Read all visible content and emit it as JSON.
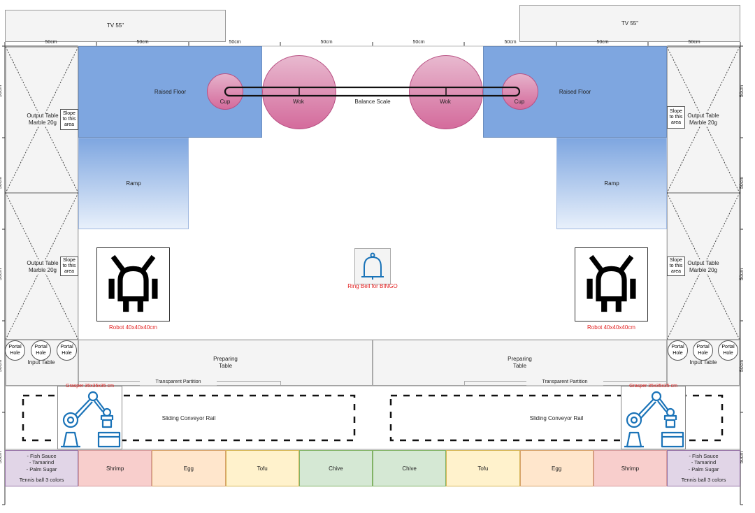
{
  "tv": {
    "left_label": "TV 55\"",
    "right_label": "TV 55\""
  },
  "ruler": {
    "top_labels": [
      "50cm",
      "50cm",
      "50cm",
      "50cm",
      "50cm",
      "50cm",
      "50cm",
      "50cm"
    ],
    "side_label": "50cm"
  },
  "raised_floor": {
    "left": "Raised Floor",
    "right": "Raised Floor"
  },
  "ramp": {
    "left": "Ramp",
    "right": "Ramp"
  },
  "balance": {
    "cup_left": "Cup",
    "wok_left": "Wok",
    "label": "Balance Scale",
    "wok_right": "Wok",
    "cup_right": "Cup"
  },
  "output_tables": {
    "top_left": "Output Table\nMarble 20g",
    "mid_left": "Output Table\nMarble 20g",
    "top_right": "Output Table\nMarble 20g",
    "mid_right": "Output Table\nMarble 20g"
  },
  "slope": "Slope\nto this\narea",
  "robot": {
    "left": "Robot 40x40x40cm",
    "right": "Robot 40x40x40cm"
  },
  "bell": {
    "label": "Ring Bell for BINGO"
  },
  "portal": "Portal\nHole",
  "input_table": "Input Table",
  "preparing": {
    "left": "Preparing\nTable",
    "right": "Preparing\nTable"
  },
  "partition": {
    "left": "Transparent Partition",
    "right": "Transparent Partition"
  },
  "grasper": {
    "left": "Grasper 35x35x35 cm",
    "right": "Grasper 35x35x35 cm"
  },
  "conveyor": {
    "left": "Sliding Conveyor Rail",
    "right": "Sliding Conveyor Rail"
  },
  "sauces": {
    "text": "- Fish Sauce\n- Tamarind\n- Palm Sugar",
    "tennis": "Tennis ball 3 colors"
  },
  "ingredients": [
    {
      "label": "Shrimp",
      "color": "#f8cecc",
      "border": "#d79b9b"
    },
    {
      "label": "Egg",
      "color": "#ffe6cc",
      "border": "#d7a36b"
    },
    {
      "label": "Tofu",
      "color": "#fff2cc",
      "border": "#d6b656"
    },
    {
      "label": "Chive",
      "color": "#d5e8d4",
      "border": "#82b366"
    },
    {
      "label": "Chive",
      "color": "#d5e8d4",
      "border": "#82b366"
    },
    {
      "label": "Tofu",
      "color": "#fff2cc",
      "border": "#d6b656"
    },
    {
      "label": "Egg",
      "color": "#ffe6cc",
      "border": "#d7a36b"
    },
    {
      "label": "Shrimp",
      "color": "#f8cecc",
      "border": "#d79b9b"
    }
  ],
  "colors": {
    "raised_floor": "#7ea6e0",
    "pink": "#d86fa0",
    "red_label": "#e21e1e",
    "grasper_blue": "#1a73b8"
  }
}
